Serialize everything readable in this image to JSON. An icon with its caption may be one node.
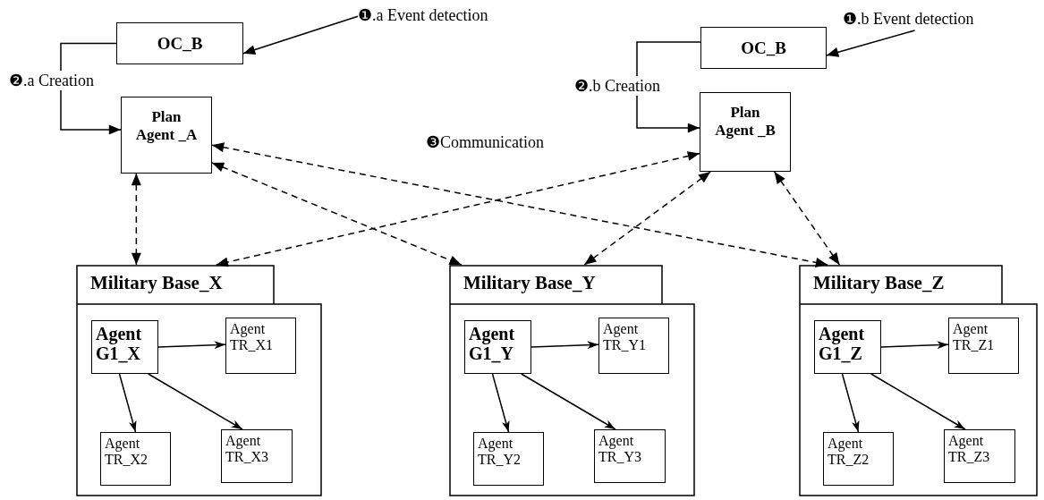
{
  "diagram": {
    "nodes": [
      {
        "text": [
          "❶.a Event detection"
        ]
      },
      {
        "text": [
          "OC_B"
        ]
      },
      {
        "text": [
          "❶.b Event detection"
        ]
      },
      {
        "text": [
          "OC_B"
        ]
      },
      {
        "text": [
          "Plan Agent _A"
        ]
      },
      {
        "text": [
          "Plan Agent _B"
        ]
      },
      {
        "text": [
          "Military Base_X"
        ]
      },
      {
        "text": [
          "Agent G1_X"
        ],
        "in": 6
      },
      {
        "text": [
          "Agent TR_X1"
        ],
        "in": 6
      },
      {
        "text": [
          "Agent TR_X2"
        ],
        "in": 6
      },
      {
        "text": [
          "Agent TR_X3"
        ],
        "in": 6
      },
      {
        "text": [
          "Military Base_Y"
        ]
      },
      {
        "text": [
          "Agent G1_Y"
        ],
        "in": 11
      },
      {
        "text": [
          "Agent TR_Y1"
        ],
        "in": 11
      },
      {
        "text": [
          "Agent TR_Y2"
        ],
        "in": 11
      },
      {
        "text": [
          "Agent TR_Y3"
        ],
        "in": 11
      },
      {
        "text": [
          "Military Base_Z"
        ]
      },
      {
        "text": [
          "Agent G1_Z"
        ],
        "in": 16
      },
      {
        "text": [
          "Agent TR_Z1"
        ],
        "in": 16
      },
      {
        "text": [
          "Agent TR_Z2"
        ],
        "in": 16
      },
      {
        "text": [
          "Agent TR_Z3"
        ],
        "in": 16
      }
    ],
    "edges": [
      {
        "from": 0,
        "to": 1,
        "arrow": "to"
      },
      {
        "from": 1,
        "to": 4,
        "arrow": "to",
        "label": "❷.a Creation"
      },
      {
        "from": 2,
        "to": 3,
        "arrow": "to"
      },
      {
        "from": 3,
        "to": 5,
        "arrow": "to",
        "label": "❷.b Creation"
      },
      {
        "from": 4,
        "to": 6,
        "arrow": "both",
        "style": "dashed"
      },
      {
        "from": 4,
        "to": 11,
        "arrow": "both",
        "style": "dashed"
      },
      {
        "from": 4,
        "to": 16,
        "arrow": "both",
        "style": "dashed"
      },
      {
        "from": 5,
        "to": 6,
        "arrow": "both",
        "style": "dashed"
      },
      {
        "from": 5,
        "to": 11,
        "arrow": "both",
        "style": "dashed"
      },
      {
        "from": 5,
        "to": 16,
        "arrow": "both",
        "style": "dashed"
      },
      {
        "from": 7,
        "to": 8,
        "arrow": "to"
      },
      {
        "from": 7,
        "to": 9,
        "arrow": "to"
      },
      {
        "from": 7,
        "to": 10,
        "arrow": "to"
      },
      {
        "from": 12,
        "to": 13,
        "arrow": "to"
      },
      {
        "from": 12,
        "to": 14,
        "arrow": "to"
      },
      {
        "from": 12,
        "to": 15,
        "arrow": "to"
      },
      {
        "from": 17,
        "to": 18,
        "arrow": "to"
      },
      {
        "from": 17,
        "to": 19,
        "arrow": "to"
      },
      {
        "from": 17,
        "to": 20,
        "arrow": "to"
      }
    ],
    "labels": [
      "❸Communication"
    ]
  }
}
